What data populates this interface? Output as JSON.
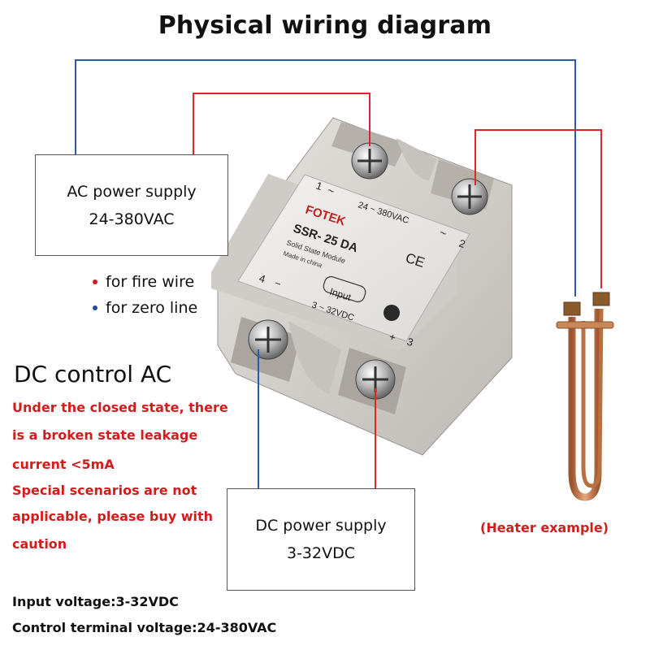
{
  "title": "Physical wiring diagram",
  "ac_supply": {
    "line1": "AC power supply",
    "line2": "24-380VAC"
  },
  "dc_supply": {
    "line1": "DC power supply",
    "line2": "3-32VDC"
  },
  "legend": {
    "fire": {
      "label": "for fire wire",
      "color": "#d41c1c"
    },
    "zero": {
      "label": "for zero line",
      "color": "#1f4e9a"
    }
  },
  "dc_control_title": "DC control AC",
  "warnings": [
    "Under the closed state, there",
    "is a broken state leakage",
    "current <5mA",
    "Special scenarios are not",
    "applicable, please buy with",
    "caution"
  ],
  "specs": [
    "Input voltage:3-32VDC",
    "Control terminal voltage:24-380VAC"
  ],
  "heater_caption": "(Heater example)",
  "relay": {
    "brand": "FOTEK",
    "model": "SSR- 25 DA",
    "subtitle": "Solid State Module",
    "made_in": "Made in china",
    "ac_rating": "24 ~ 380VAC",
    "input_label": "Input",
    "dc_rating": "3 ~ 32VDC",
    "ce_mark": "CE",
    "terminal_1": "1",
    "terminal_2": "2",
    "terminal_3": "3",
    "terminal_4": "4",
    "sym_tilde": "~",
    "sym_minus": "−",
    "sym_plus": "+"
  },
  "colors": {
    "red_wire": "#e0262a",
    "blue_wire": "#2a5aa8",
    "relay_body": "#d9d6d2",
    "copper": "#c97a4a"
  }
}
